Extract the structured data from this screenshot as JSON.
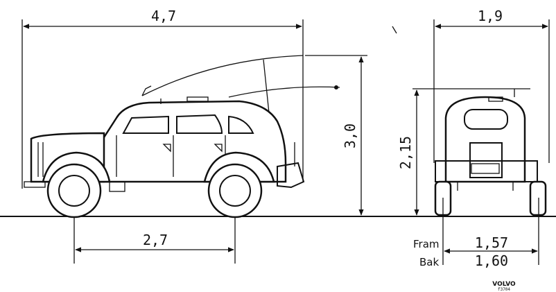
{
  "dimensions": {
    "length": "4,7",
    "width": "1,9",
    "height": "3,0",
    "height_front": "2,15",
    "wheelbase": "2,7",
    "track_front_label": "Fram",
    "track_front": "1,57",
    "track_rear_label": "Bak",
    "track_rear": "1,60"
  },
  "logo": {
    "brand": "VOLVO",
    "code": "f3704"
  }
}
